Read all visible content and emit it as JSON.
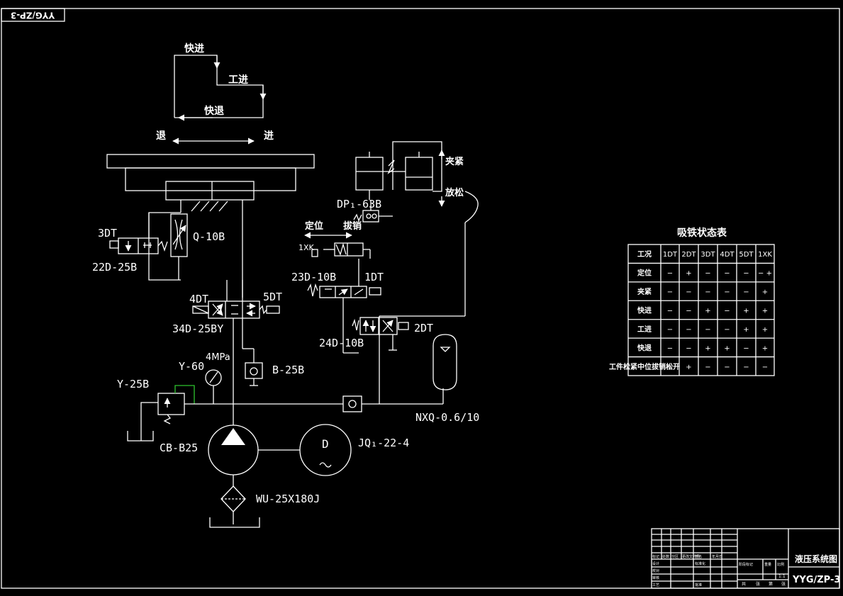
{
  "drawing_code_rotated": "YYG/ZP-3",
  "cycle": {
    "fast_forward": "快进",
    "work_feed": "工进",
    "fast_return": "快退",
    "retreat": "退",
    "advance": "进"
  },
  "components": {
    "q10b": "Q-10B",
    "dt3": "3DT",
    "v22d": "22D-25B",
    "dt4": "4DT",
    "dt5": "5DT",
    "v34d": "34D-25BY",
    "b25b": "B-25B",
    "y60": "Y-60",
    "mpa": "4MPa",
    "y25b": "Y-25B",
    "cbb25": "CB-B25",
    "motor_letter": "D",
    "jq": "JQ₁-22-4",
    "wu": "WU-25X180J",
    "dp": "DP₁-63B",
    "clamp": "夹紧",
    "release": "放松",
    "locate": "定位",
    "pull_pin": "拔销",
    "xk1": "1XK",
    "v23d": "23D-10B",
    "dt1": "1DT",
    "v24d": "24D-10B",
    "dt2": "2DT",
    "nxq": "NXQ-0.6/10"
  },
  "state_table": {
    "title": "吸铁状态表",
    "headers": [
      "工况",
      "1DT",
      "2DT",
      "3DT",
      "4DT",
      "5DT",
      "1XK"
    ],
    "rows": [
      [
        "定位",
        "−",
        "+",
        "−",
        "−",
        "−",
        "− +"
      ],
      [
        "夹紧",
        "−",
        "−",
        "−",
        "−",
        "−",
        "+"
      ],
      [
        "快进",
        "−",
        "−",
        "+",
        "−",
        "+",
        "+"
      ],
      [
        "工进",
        "−",
        "−",
        "−",
        "−",
        "+",
        "+"
      ],
      [
        "快退",
        "−",
        "−",
        "+",
        "+",
        "−",
        "+"
      ],
      [
        "工件松紧中位拔销松开",
        "+",
        "+",
        "−",
        "−",
        "−",
        "−"
      ]
    ]
  },
  "title_block": {
    "drawing_title": "液压系统图",
    "drawing_code": "YYG/ZP-3",
    "small_labels": [
      "标记",
      "处数",
      "分区",
      "更改文件号",
      "签名",
      "年月日",
      "设计",
      "标准化",
      "校对",
      "审核",
      "工艺",
      "批准",
      "阶段标记",
      "重量",
      "比例",
      "1:1",
      "共",
      "张",
      "第",
      "张"
    ]
  }
}
